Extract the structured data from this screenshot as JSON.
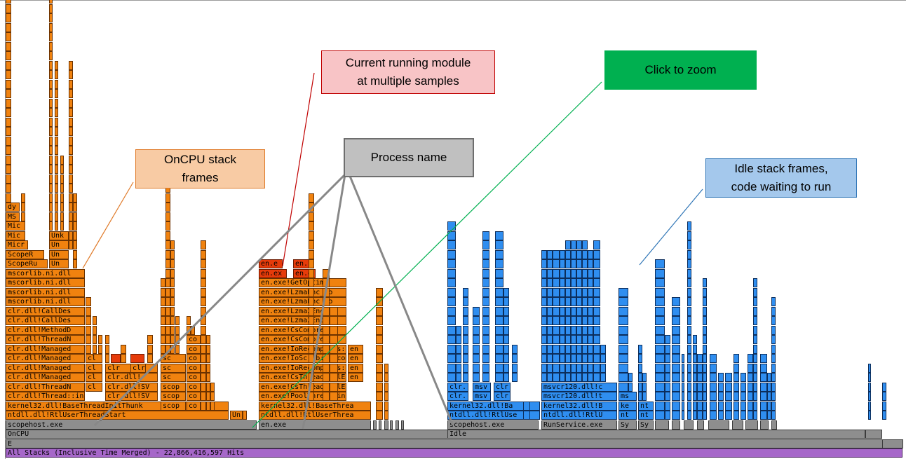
{
  "callouts": {
    "oncpu": "OnCPU stack\nframes",
    "running": "Current running module\nat multiple samples",
    "zoom": "Click to zoom",
    "process": "Process name",
    "idle": "Idle stack frames,\ncode waiting to run"
  },
  "frames": {
    "root": "All Stacks (Inclusive Time Merged) - 22,866,416,597 Hits",
    "e": "E",
    "oncpu": "OnCPU",
    "idle": "Idle",
    "proc_scopehost_1": "scopehost.exe",
    "proc_en": "en.exe",
    "proc_scopehost_2": "scopehost.exe",
    "proc_runservice": "RunService.exe",
    "proc_sy_1": "Sy",
    "proc_sy_2": "Sy",
    "stack_main": [
      "ntdll.dll!RtlUserThreadStart",
      "kernel32.dll!BaseThreadInitThunk",
      "clr.dll!Thread::int",
      "clr.dll!ThreadN",
      "clr.dll!Managed",
      "clr.dll!Managed",
      "clr.dll!Managed",
      "clr.dll!Managed",
      "clr.dll!ThreadN",
      "clr.dll!MethodD",
      "clr.dll!CallDes",
      "clr.dll!CallDes",
      "mscorlib.ni.dll",
      "mscorlib.ni.dll",
      "mscorlib.ni.dll",
      "mscorlib.ni.dll",
      "ScopeRu",
      "ScopeR",
      "Micr",
      "Mic",
      "Mic",
      "MS",
      "dy"
    ],
    "stack_un": [
      "Un",
      "Un",
      "Un",
      "Unk"
    ],
    "stack_cl": [
      "cl",
      "cl",
      "cl",
      "cl"
    ],
    "stack_clr": [
      "clr.dll!SV",
      "clr.dll!SV",
      "clr.dll!",
      "clr"
    ],
    "stack_clr2": [
      "clr"
    ],
    "stack_scop": [
      "scop",
      "scop",
      "scop",
      "sc",
      "sc",
      "sc"
    ],
    "stack_co": [
      "co",
      "co",
      "co",
      "co",
      "co",
      "co",
      "co",
      "co"
    ],
    "un_small": "Un",
    "stack_en": [
      "ntdll.dll!RtlUserThrea",
      "kernel32.dll!BaseThrea",
      "en.exe!PoolThreadWinP",
      "en.exe!CsThreadPoolEx",
      "en.exe!CsThreadPoolEx",
      "en.exe!IoRecompress::",
      "en.exe!IoScrub::Recom",
      "en.exe!IoRecompress::",
      "en.exe!CsCompress",
      "en.exe!CsCompress",
      "en.exe!Lzma2EncIn",
      "en.exe!Lzma2Enc_E",
      "en.exe!LzmaEnc_Co",
      "en.exe!LzmaEnc_Co",
      "en.exe!GetOptimu",
      "en.ex",
      "en.e"
    ],
    "stack_en_right": [
      "en",
      "en",
      "en",
      "en",
      "en.e",
      "en."
    ],
    "stack_idle_a": [
      "ntdll.dll!RtlUse",
      "kernel32.dll!Ba",
      "clr.",
      "msv",
      "clr"
    ],
    "stack_idle_a2": [
      "clr.",
      "msv",
      "clr"
    ],
    "stack_idle_b": [
      "ntdll.dll!RtlU",
      "kernel32.dll!B",
      "msvcr120.dll!t",
      "msvcr120.dll!c"
    ],
    "stack_idle_c": [
      "nt",
      "ke",
      "ms"
    ],
    "stack_idle_d": [
      "nt",
      "nt"
    ]
  },
  "colors": {
    "oncpu": "#f0820f",
    "hot": "#e63b0a",
    "idle": "#2f8ef0",
    "process": "#8e8e8e",
    "root": "#a667c9"
  }
}
